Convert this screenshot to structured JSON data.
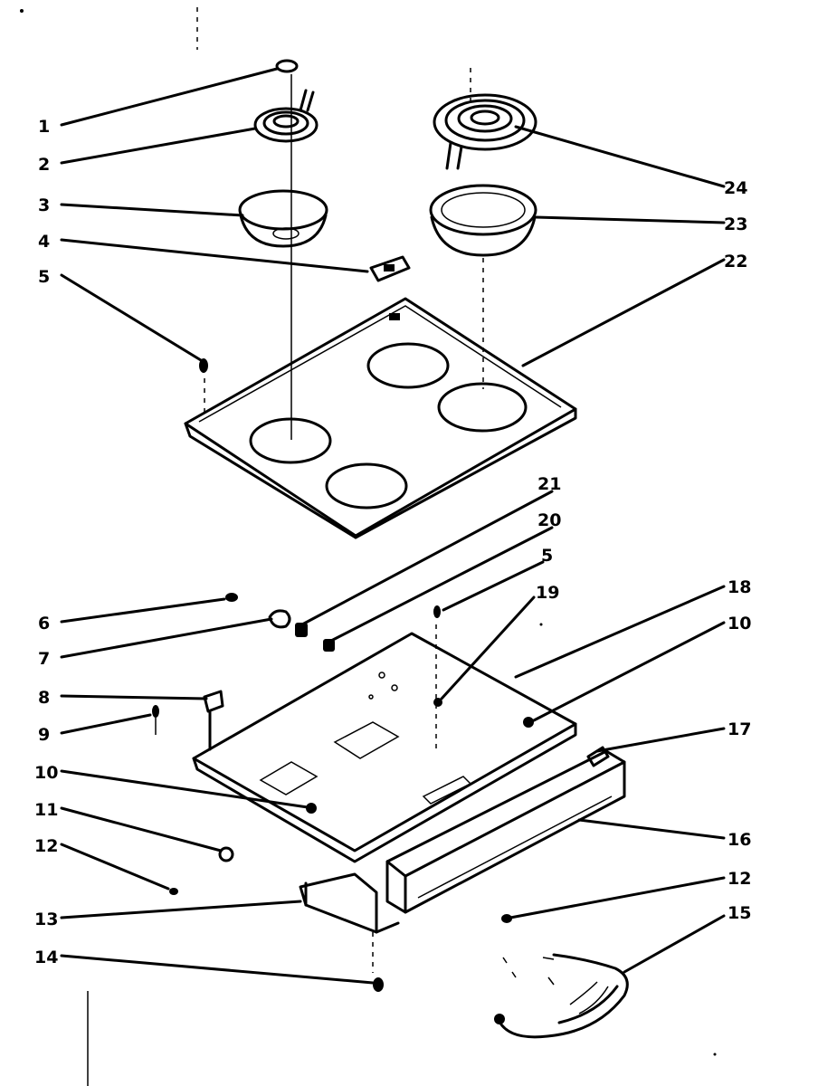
{
  "diagram": {
    "callouts": [
      {
        "id": "c1",
        "label": "1"
      },
      {
        "id": "c2",
        "label": "2"
      },
      {
        "id": "c3",
        "label": "3"
      },
      {
        "id": "c4",
        "label": "4"
      },
      {
        "id": "c5a",
        "label": "5"
      },
      {
        "id": "c6",
        "label": "6"
      },
      {
        "id": "c7",
        "label": "7"
      },
      {
        "id": "c8",
        "label": "8"
      },
      {
        "id": "c9",
        "label": "9"
      },
      {
        "id": "c10a",
        "label": "10"
      },
      {
        "id": "c11",
        "label": "11"
      },
      {
        "id": "c12a",
        "label": "12"
      },
      {
        "id": "c13",
        "label": "13"
      },
      {
        "id": "c14",
        "label": "14"
      },
      {
        "id": "c24",
        "label": "24"
      },
      {
        "id": "c23",
        "label": "23"
      },
      {
        "id": "c22",
        "label": "22"
      },
      {
        "id": "c21",
        "label": "21"
      },
      {
        "id": "c20",
        "label": "20"
      },
      {
        "id": "c5b",
        "label": "5"
      },
      {
        "id": "c19",
        "label": "19"
      },
      {
        "id": "c18",
        "label": "18"
      },
      {
        "id": "c10b",
        "label": "10"
      },
      {
        "id": "c17",
        "label": "17"
      },
      {
        "id": "c16",
        "label": "16"
      },
      {
        "id": "c12b",
        "label": "12"
      },
      {
        "id": "c15",
        "label": "15"
      }
    ]
  }
}
